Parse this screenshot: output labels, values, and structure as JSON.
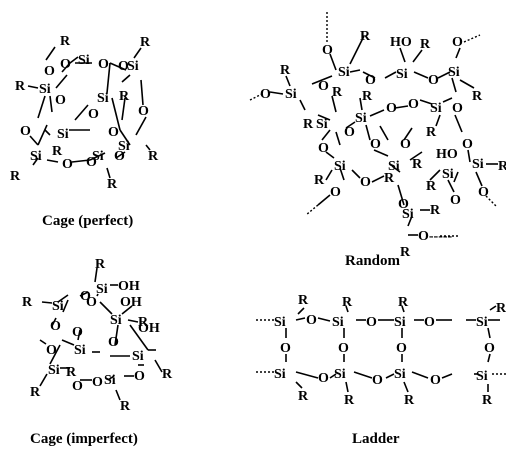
{
  "captions": {
    "cage_perfect": "Cage (perfect)",
    "random": "Random",
    "cage_imperfect": "Cage (imperfect)",
    "ladder": "Ladder"
  },
  "atoms": {
    "si": "Si",
    "o": "O",
    "r": "R",
    "oh": "OH",
    "ho": "HO",
    "o_dash": "O-----"
  }
}
